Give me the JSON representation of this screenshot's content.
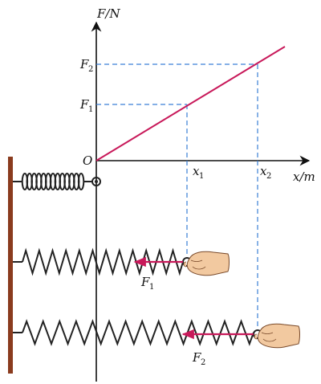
{
  "graph": {
    "y_axis_label": "F/N",
    "x_axis_label": "x/m",
    "origin_label": "O",
    "y_tick_1": {
      "main": "F",
      "sub": "1"
    },
    "y_tick_2": {
      "main": "F",
      "sub": "2"
    },
    "x_tick_1": {
      "main": "x",
      "sub": "1"
    },
    "x_tick_2": {
      "main": "x",
      "sub": "2"
    }
  },
  "springs": {
    "force_label_1": {
      "main": "F",
      "sub": "1"
    },
    "force_label_2": {
      "main": "F",
      "sub": "2"
    }
  },
  "colors": {
    "line": "#c8195a",
    "dashed": "#3a7fd6",
    "wall": "#8a3b1e",
    "arrow": "#c8195a",
    "skin": "#f2c9a0"
  }
}
